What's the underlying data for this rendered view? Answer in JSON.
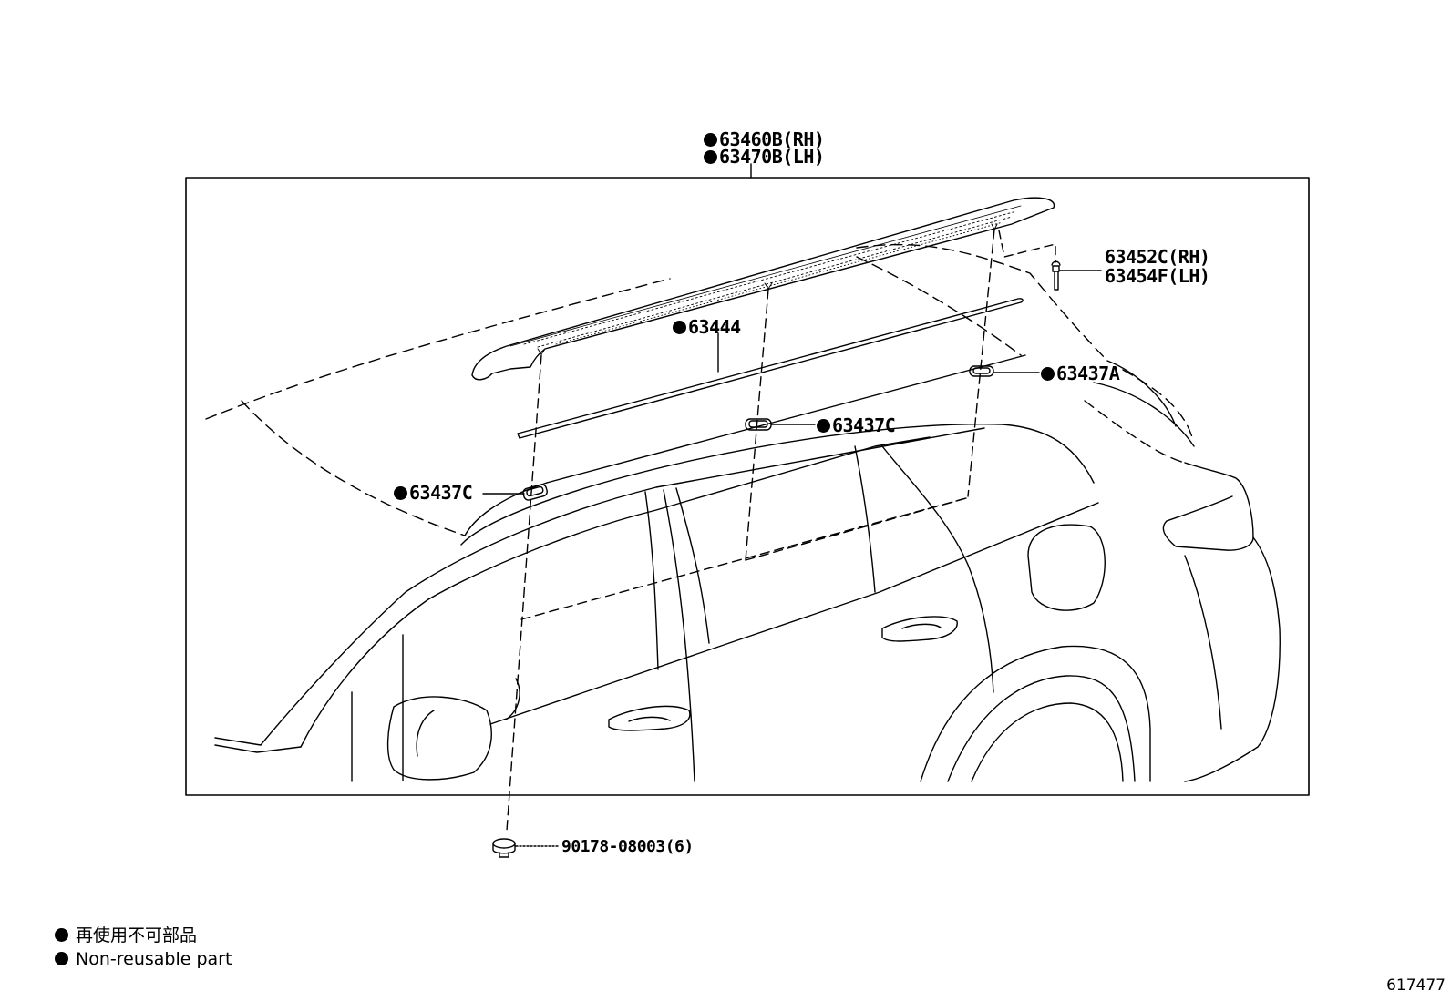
{
  "labels": {
    "roof_rack_rh": "63460B(RH)",
    "roof_rack_lh": "63470B(LH)",
    "clip_rh": "63452C(RH)",
    "clip_lh": "63454F(LH)",
    "strip": "63444",
    "pad_rear": "63437A",
    "pad_center": "63437C",
    "pad_front": "63437C",
    "nut": "90178-08003(6)"
  },
  "legend": {
    "japanese": "再使用不可部品",
    "english": "Non-reusable part"
  },
  "figure_id": "617477"
}
